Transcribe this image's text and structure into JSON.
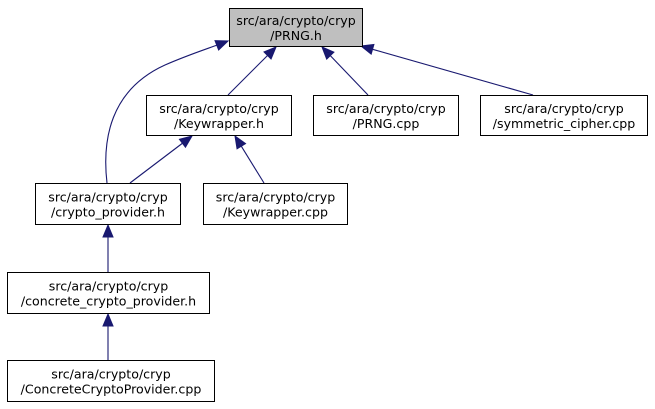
{
  "graph": {
    "colors": {
      "edge": "#191970",
      "node_fill": "#ffffff",
      "focus_fill": "#bfbfbf",
      "border": "#000000"
    },
    "nodes": [
      {
        "id": "prng-h",
        "line1": "src/ara/crypto/cryp",
        "line2": "/PRNG.h",
        "focus": true
      },
      {
        "id": "keywrapper-h",
        "line1": "src/ara/crypto/cryp",
        "line2": "/Keywrapper.h"
      },
      {
        "id": "prng-cpp",
        "line1": "src/ara/crypto/cryp",
        "line2": "/PRNG.cpp"
      },
      {
        "id": "symmetric-cipher-cpp",
        "line1": "src/ara/crypto/cryp",
        "line2": "/symmetric_cipher.cpp"
      },
      {
        "id": "crypto-provider-h",
        "line1": "src/ara/crypto/cryp",
        "line2": "/crypto_provider.h"
      },
      {
        "id": "keywrapper-cpp",
        "line1": "src/ara/crypto/cryp",
        "line2": "/Keywrapper.cpp"
      },
      {
        "id": "concrete-crypto-provider-h",
        "line1": "src/ara/crypto/cryp",
        "line2": "/concrete_crypto_provider.h"
      },
      {
        "id": "concretecryptoprovider-cpp",
        "line1": "src/ara/crypto/cryp",
        "line2": "/ConcreteCryptoProvider.cpp"
      }
    ],
    "edges": [
      {
        "from": "keywrapper-h",
        "to": "prng-h"
      },
      {
        "from": "prng-cpp",
        "to": "prng-h"
      },
      {
        "from": "symmetric-cipher-cpp",
        "to": "prng-h"
      },
      {
        "from": "crypto-provider-h",
        "to": "prng-h"
      },
      {
        "from": "crypto-provider-h",
        "to": "keywrapper-h"
      },
      {
        "from": "keywrapper-cpp",
        "to": "keywrapper-h"
      },
      {
        "from": "concrete-crypto-provider-h",
        "to": "crypto-provider-h"
      },
      {
        "from": "concretecryptoprovider-cpp",
        "to": "concrete-crypto-provider-h"
      }
    ]
  }
}
